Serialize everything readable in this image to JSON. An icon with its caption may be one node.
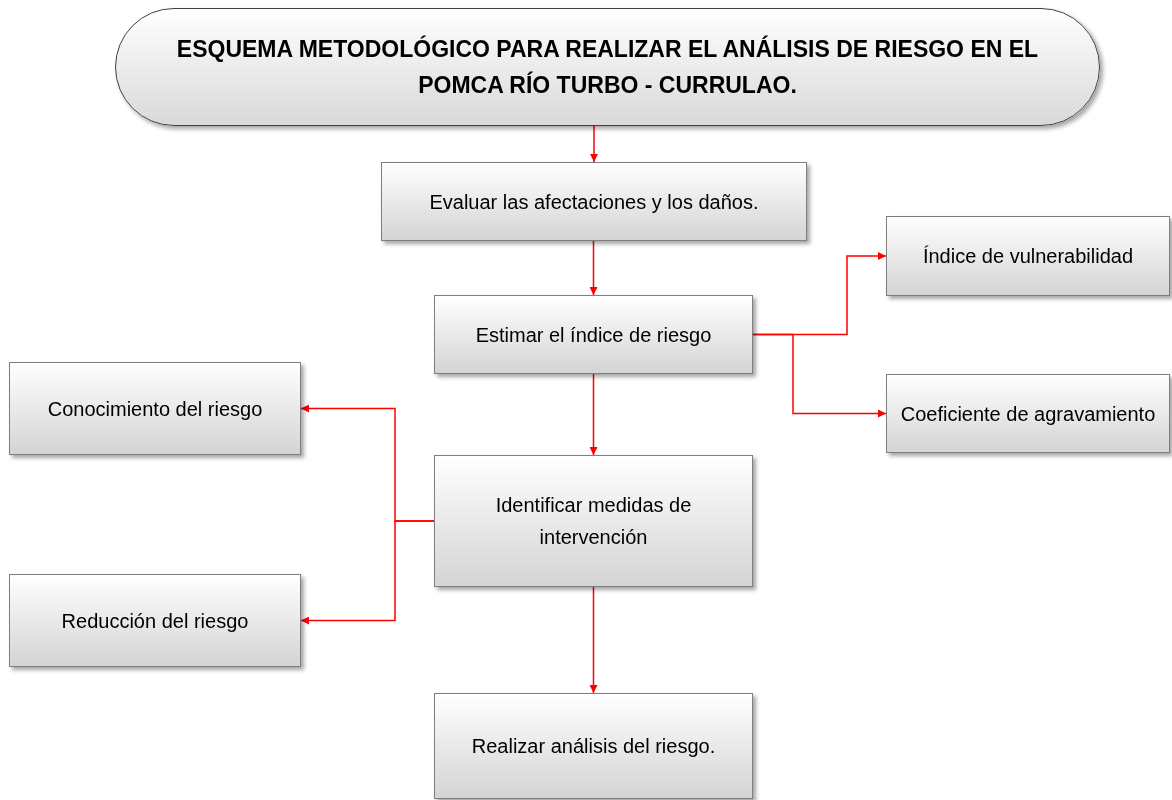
{
  "diagram": {
    "nodes": [
      {
        "text": [
          "ESQUEMA METODOLÓGICO PARA REALIZAR EL ANÁLISIS DE RIESGO EN EL POMCA RÍO TURBO - CURRULAO."
        ]
      },
      {
        "text": [
          "Evaluar las afectaciones y los daños."
        ]
      },
      {
        "text": [
          "Estimar el índice de riesgo"
        ]
      },
      {
        "text": [
          "Índice de vulnerabilidad"
        ]
      },
      {
        "text": [
          "Coeficiente de agravamiento"
        ]
      },
      {
        "text": [
          "Conocimiento del riesgo"
        ]
      },
      {
        "text": [
          "Identificar medidas de intervención"
        ]
      },
      {
        "text": [
          "Reducción del riesgo"
        ]
      },
      {
        "text": [
          "Realizar análisis del riesgo."
        ]
      }
    ],
    "edges": [
      {
        "from": 0,
        "to": 1,
        "arrow": "to"
      },
      {
        "from": 1,
        "to": 2,
        "arrow": "to"
      },
      {
        "from": 2,
        "to": 3,
        "arrow": "to"
      },
      {
        "from": 2,
        "to": 4,
        "arrow": "to"
      },
      {
        "from": 2,
        "to": 6,
        "arrow": "to"
      },
      {
        "from": 6,
        "to": 5,
        "arrow": "to"
      },
      {
        "from": 6,
        "to": 7,
        "arrow": "to"
      },
      {
        "from": 6,
        "to": 8,
        "arrow": "to"
      }
    ]
  }
}
